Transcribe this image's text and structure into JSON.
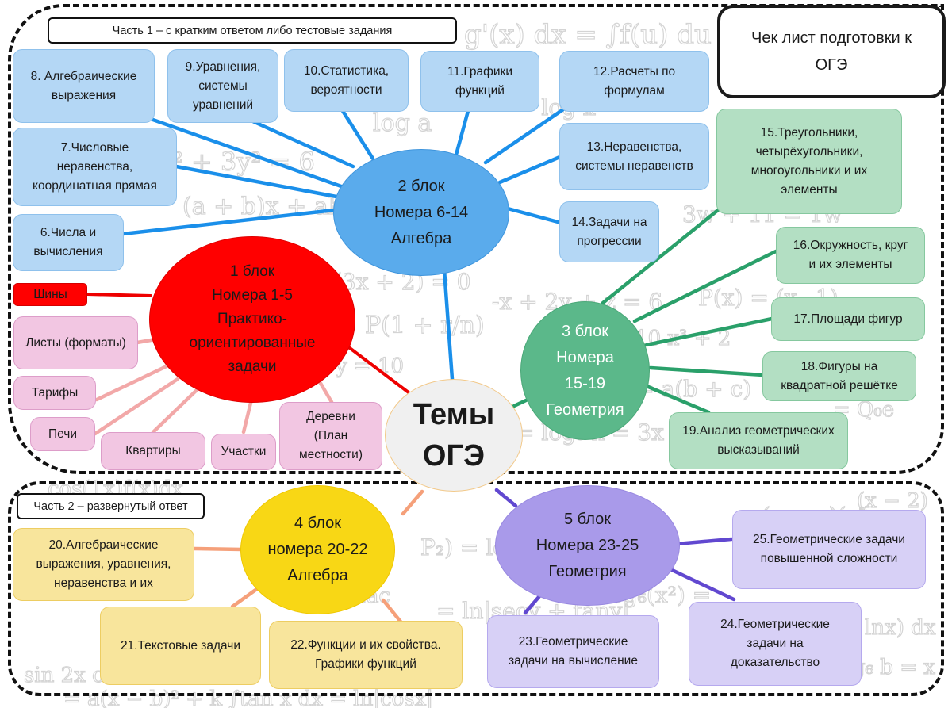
{
  "title": "Чек лист подготовки к\nОГЭ",
  "center": {
    "label": "Темы\nОГЭ"
  },
  "parts": {
    "part1": "Часть 1 – с кратким ответом либо тестовые задания",
    "part2": "Часть 2 – развернутый ответ"
  },
  "colors": {
    "block1": "#ff0000",
    "block2": "#5aabec",
    "block3": "#5bb88a",
    "block4": "#f8d715",
    "block5": "#a99aea",
    "center": "#f0f0f0"
  },
  "blocks": {
    "block1": {
      "label": "1 блок\nНомера 1-5\nПрактико-\nориентированные\nзадачи",
      "items": [
        "Шины",
        "Листы (форматы)",
        "Тарифы",
        "Печи",
        "Квартиры",
        "Участки",
        "Деревни\n(План\nместности)"
      ]
    },
    "block2": {
      "label": "2 блок\nНомера 6-14\nАлгебра",
      "items": [
        "6.Числа и\nвычисления",
        "7.Числовые\nнеравенства,\nкоординатная прямая",
        "8.  Алгебраические\nвыражения",
        "9.Уравнения,\nсистемы\nуравнений",
        "10.Статистика,\nвероятности",
        "11.Графики\nфункций",
        "12.Расчеты по\nформулам",
        "13.Неравенства,\nсистемы неравенств",
        "14.Задачи на\nпрогрессии"
      ]
    },
    "block3": {
      "label": "3 блок\nНомера\n15-19\nГеометрия",
      "items": [
        "15.Треугольники,\nчетырёхугольники,\nмногоугольники и их\nэлементы",
        "16.Окружность, круг\nи их элементы",
        "17.Площади фигур",
        "18.Фигуры на\nквадратной решётке",
        "19.Анализ геометрических\nвысказываний"
      ]
    },
    "block4": {
      "label": "4 блок\nномера 20-22\nАлгебра",
      "items": [
        "20.Алгебраические\nвыражения, уравнения,\nнеравенства и их",
        "21.Текстовые задачи",
        "22.Функции и их свойства.\nГрафики функций"
      ]
    },
    "block5": {
      "label": "5 блок\nНомера 23-25\nГеометрия",
      "items": [
        "23.Геометрические\nзадачи на вычисление",
        "24.Геометрические\nзадачи на\nдоказательство",
        "25.Геометрические задачи\nповышенной сложности"
      ]
    }
  }
}
